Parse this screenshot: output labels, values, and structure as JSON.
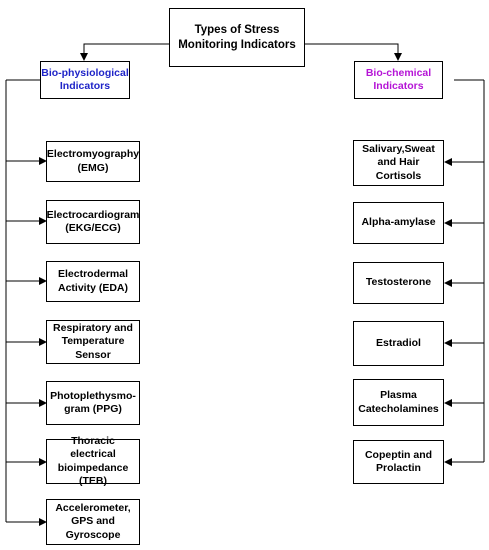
{
  "root": {
    "label": "Types of Stress\nMonitoring Indicators"
  },
  "left_category": {
    "label": "Bio-physiological\nIndicators",
    "color": "#1f24c8"
  },
  "right_category": {
    "label": "Bio-chemical\nIndicators",
    "color": "#b515d6"
  },
  "left_items": [
    {
      "label": "Electromyography\n(EMG)"
    },
    {
      "label": "Electrocardiogram\n(EKG/ECG)"
    },
    {
      "label": "Electrodermal\nActivity (EDA)"
    },
    {
      "label": "Respiratory and\nTemperature\nSensor"
    },
    {
      "label": "Photoplethysmo-\ngram (PPG)"
    },
    {
      "label": "Thoracic electrical\nbioimpedance\n(TEB)"
    },
    {
      "label": "Accelerometer,\nGPS and\nGyroscope"
    }
  ],
  "right_items": [
    {
      "label": "Salivary,Sweat\nand Hair\nCortisols"
    },
    {
      "label": "Alpha-amylase"
    },
    {
      "label": "Testosterone"
    },
    {
      "label": "Estradiol"
    },
    {
      "label": "Plasma\nCatecholamines"
    },
    {
      "label": "Copeptin and\nProlactin"
    }
  ]
}
